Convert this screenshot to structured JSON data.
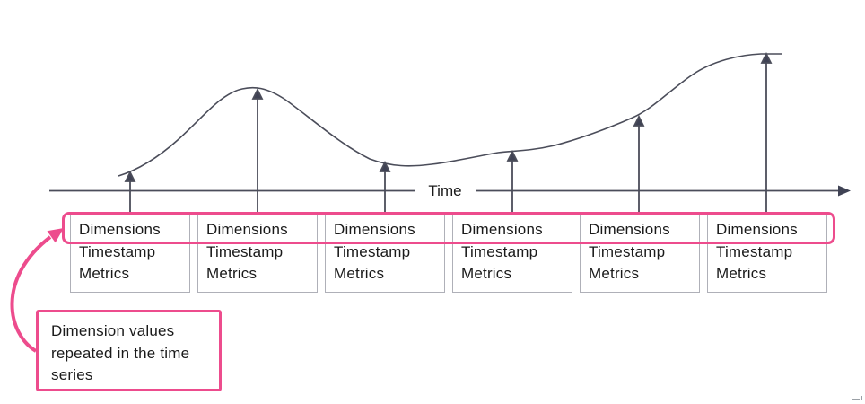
{
  "figure": {
    "axis": {
      "label": "Time"
    },
    "records": {
      "count": 6,
      "fields": {
        "dimensions": "Dimensions",
        "timestamp": "Timestamp",
        "metrics": "Metrics"
      }
    },
    "annotation": {
      "text": "Dimension values repeated in the time series"
    },
    "colors": {
      "highlight_pink": "#ed4c8d",
      "curve_line": "#4b4d5a",
      "box_border": "#afb0b8",
      "text": "#1a1a1a",
      "background": "#ffffff"
    }
  }
}
